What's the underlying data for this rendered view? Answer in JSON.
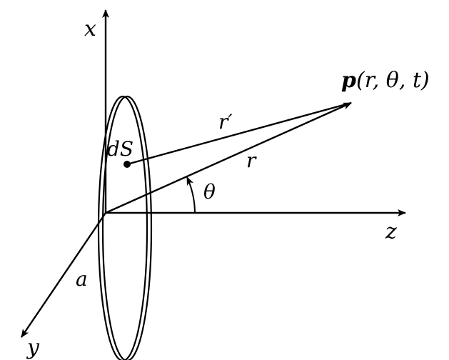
{
  "labels": {
    "axis_x": "x",
    "axis_y": "y",
    "axis_z": "z",
    "surface_element": "dS",
    "r_prime": "r′",
    "r": "r",
    "theta": "θ",
    "radius": "a",
    "point_bold": "p",
    "point_args": "(r, θ, t)"
  },
  "colors": {
    "stroke": "#000000",
    "background": "#ffffff"
  }
}
